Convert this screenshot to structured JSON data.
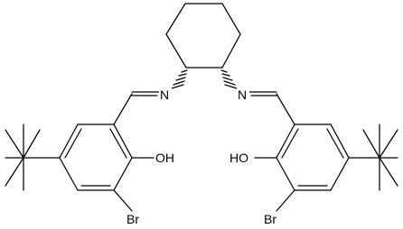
{
  "molecule": {
    "labels": {
      "n_left": "N",
      "n_right": "N",
      "oh_left": "OH",
      "oh_right": "HO",
      "br_left": "Br",
      "br_right": "Br"
    },
    "colors": {
      "ink": "#000000",
      "background": "#ffffff"
    }
  }
}
